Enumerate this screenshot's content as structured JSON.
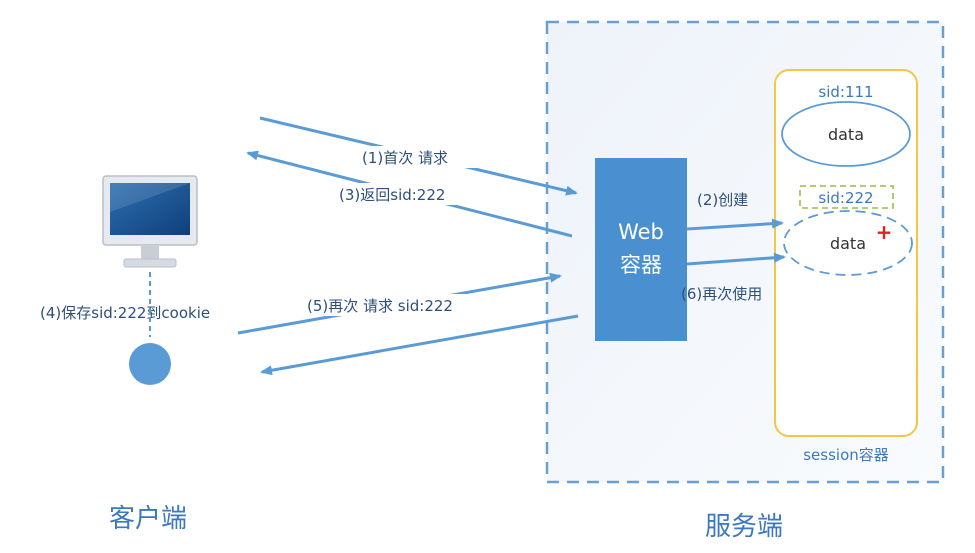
{
  "server": {
    "web_container": {
      "line1": "Web",
      "line2": "容器"
    },
    "session_container_label": "session容器",
    "sessions": [
      {
        "sid": "sid:111",
        "data": "data"
      },
      {
        "sid": "sid:222",
        "data": "data"
      }
    ],
    "label": "服务端"
  },
  "client": {
    "label": "客户端"
  },
  "steps": {
    "s1": "(1)首次 请求",
    "s2": "(2)创建",
    "s3": "(3)返回sid:222",
    "s4": "(4)保存sid:222到cookie",
    "s5": "(5)再次 请求 sid:222",
    "s6": "(6)再次使用"
  },
  "colors": {
    "arrow": "#5a9bd5",
    "web_box": "#4a90d0",
    "session_border": "#f2c744",
    "dashed_frame": "#6a9fd4"
  }
}
